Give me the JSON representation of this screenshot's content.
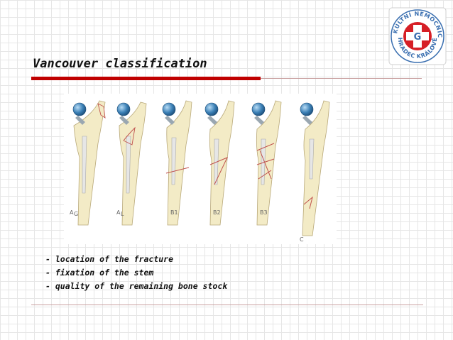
{
  "slide": {
    "title": "Vancouver classification",
    "bullets": [
      "- location of the fracture",
      "- fixation of the stem",
      "- quality of the remaining bone stock"
    ]
  },
  "figure": {
    "labels": [
      "A",
      "G",
      "A",
      "L",
      "B1",
      "B2",
      "B3",
      "C"
    ]
  },
  "logo": {
    "text_top": "FAKULTNÍ NEMOCNICE",
    "text_bottom": "HRADEC KRÁLOVÉ",
    "monogram": "G"
  },
  "colors": {
    "accent": "#c00000",
    "bone": "#f3ebc6",
    "fracture": "#c0504d",
    "prosthesis_head": "#3a7fb5"
  }
}
